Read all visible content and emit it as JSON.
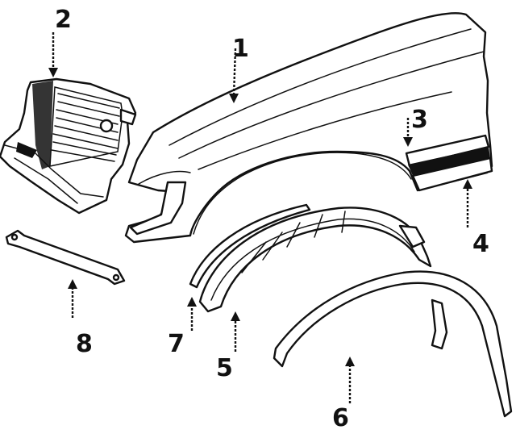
{
  "callouts": [
    {
      "id": "1",
      "label": "1",
      "part": "fender"
    },
    {
      "id": "2",
      "label": "2",
      "part": "headlamp-bracket"
    },
    {
      "id": "3",
      "label": "3",
      "part": "molding-upper"
    },
    {
      "id": "4",
      "label": "4",
      "part": "molding-lower"
    },
    {
      "id": "5",
      "label": "5",
      "part": "fender-liner"
    },
    {
      "id": "6",
      "label": "6",
      "part": "wheel-arch-trim"
    },
    {
      "id": "7",
      "label": "7",
      "part": "liner-seal"
    },
    {
      "id": "8",
      "label": "8",
      "part": "support-bracket"
    }
  ]
}
